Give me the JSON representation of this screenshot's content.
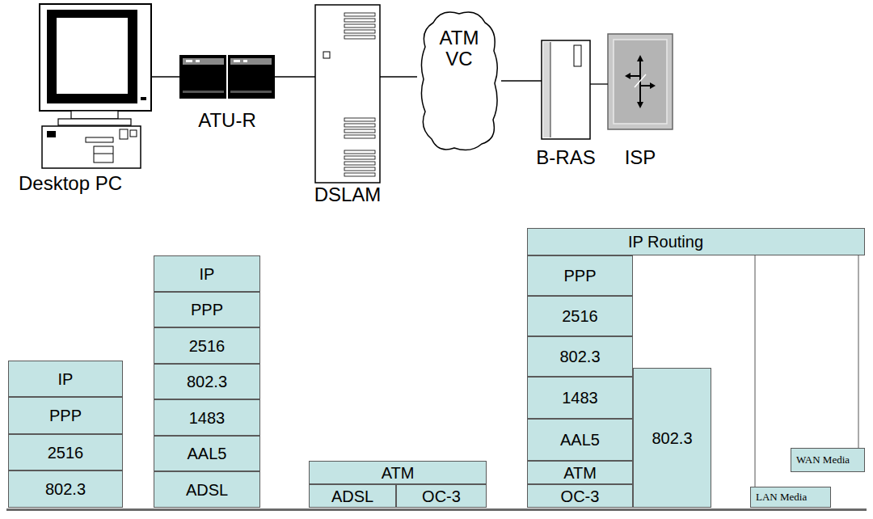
{
  "diagram": {
    "nodes": [
      {
        "text": [
          "Desktop PC"
        ]
      },
      {
        "text": [
          "ATU-R"
        ]
      },
      {
        "text": [
          "DSLAM"
        ]
      },
      {
        "text": [
          "ATM VC"
        ]
      },
      {
        "text": [
          "B-RAS"
        ]
      },
      {
        "text": [
          "ISP"
        ]
      },
      {
        "text": [
          "IP"
        ]
      },
      {
        "text": [
          "PPP"
        ]
      },
      {
        "text": [
          "2516"
        ]
      },
      {
        "text": [
          "802.3"
        ]
      },
      {
        "text": [
          "IP"
        ]
      },
      {
        "text": [
          "PPP"
        ]
      },
      {
        "text": [
          "2516"
        ]
      },
      {
        "text": [
          "802.3"
        ]
      },
      {
        "text": [
          "1483"
        ]
      },
      {
        "text": [
          "AAL5"
        ]
      },
      {
        "text": [
          "ADSL"
        ]
      },
      {
        "text": [
          "ATM"
        ]
      },
      {
        "text": [
          "ADSL"
        ]
      },
      {
        "text": [
          "OC-3"
        ]
      },
      {
        "text": [
          "IP Routing"
        ]
      },
      {
        "text": [
          "PPP"
        ]
      },
      {
        "text": [
          "2516"
        ]
      },
      {
        "text": [
          "802.3"
        ]
      },
      {
        "text": [
          "1483"
        ]
      },
      {
        "text": [
          "AAL5"
        ]
      },
      {
        "text": [
          "ATM"
        ]
      },
      {
        "text": [
          "OC-3"
        ]
      },
      {
        "text": [
          "802.3"
        ]
      },
      {
        "text": [
          "LAN Media"
        ]
      },
      {
        "text": [
          "WAN Media"
        ]
      }
    ],
    "edges": [
      {
        "from": 0,
        "to": 1,
        "arrow": "none"
      },
      {
        "from": 1,
        "to": 2,
        "arrow": "none"
      },
      {
        "from": 2,
        "to": 3,
        "arrow": "none"
      },
      {
        "from": 3,
        "to": 4,
        "arrow": "none"
      },
      {
        "from": 4,
        "to": 5,
        "arrow": "none"
      },
      {
        "from": 20,
        "to": 29,
        "arrow": "none"
      },
      {
        "from": 20,
        "to": 30,
        "arrow": "none"
      }
    ]
  }
}
